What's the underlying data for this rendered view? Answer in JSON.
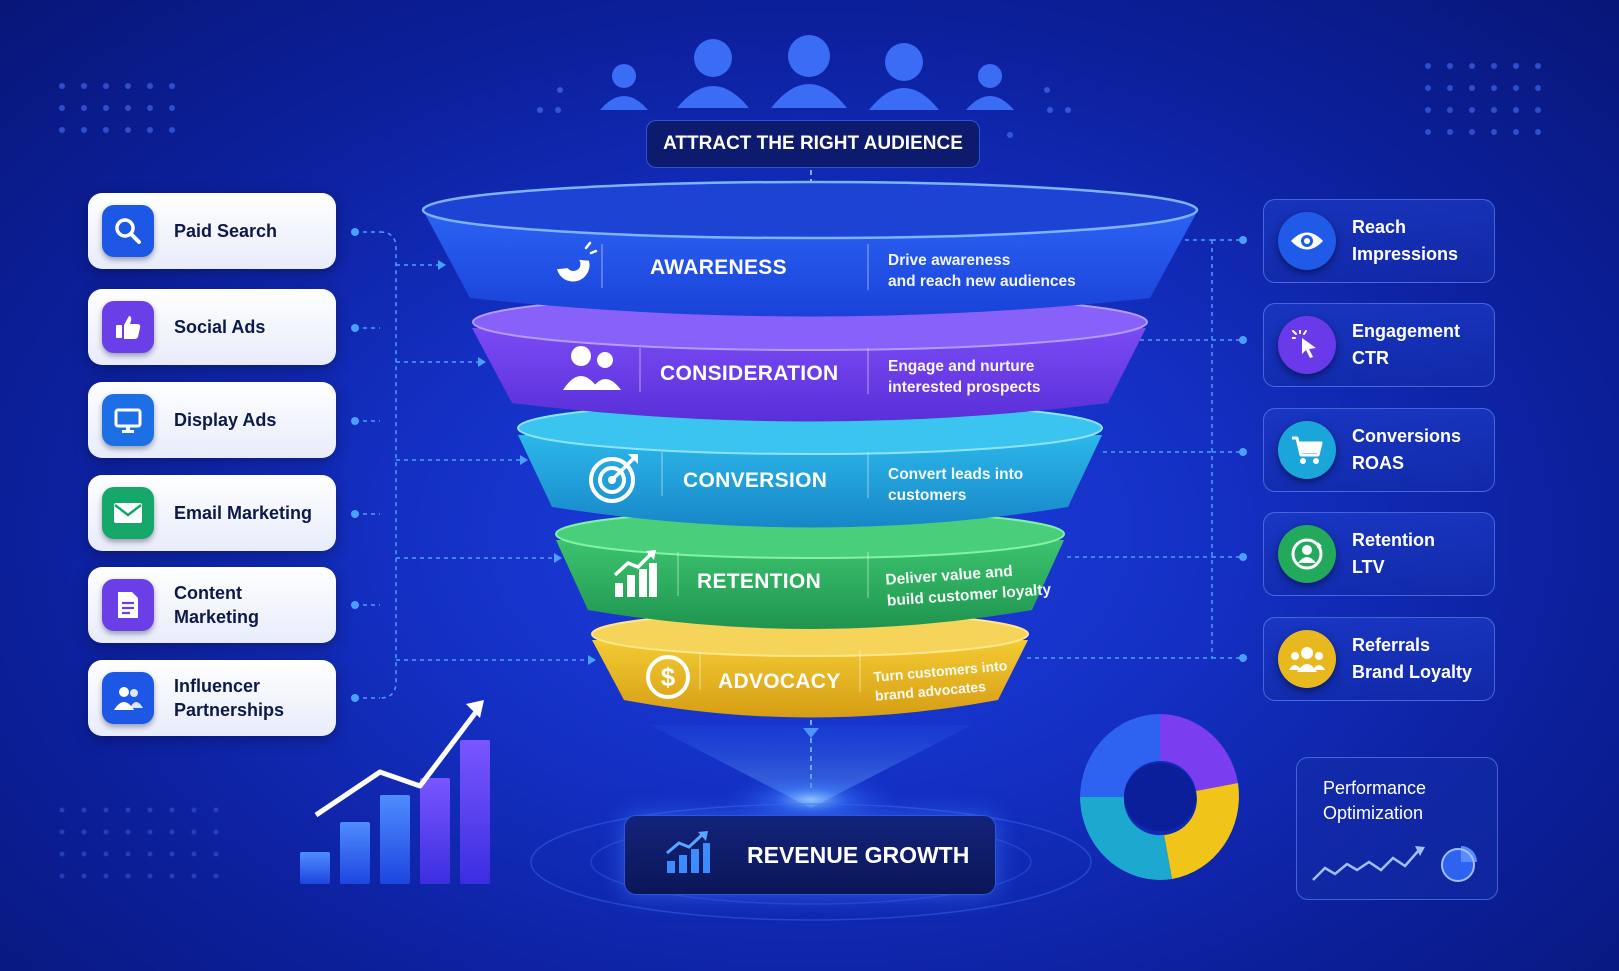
{
  "banner": {
    "title": "ATTRACT THE RIGHT AUDIENCE"
  },
  "channels": [
    {
      "label": "Paid Search",
      "icon": "search-icon",
      "color": "#1d57e6"
    },
    {
      "label": "Social Ads",
      "icon": "thumbs-up-icon",
      "color": "#6a3fe8"
    },
    {
      "label": "Display Ads",
      "icon": "monitor-icon",
      "color": "#1d6fe6"
    },
    {
      "label": "Email Marketing",
      "icon": "envelope-icon",
      "color": "#16a86a"
    },
    {
      "label": "Content Marketing",
      "icon": "document-icon",
      "color": "#6a3fe8"
    },
    {
      "label": "Influencer Partnerships",
      "icon": "people-icon",
      "color": "#1d57e6"
    }
  ],
  "stages": [
    {
      "name": "AWARENESS",
      "desc_line1": "Drive awareness",
      "desc_line2": "and reach new audiences",
      "icon": "magnet-icon",
      "color": "#1f4fe8"
    },
    {
      "name": "CONSIDERATION",
      "desc_line1": "Engage and nurture",
      "desc_line2": "interested prospects",
      "icon": "users-icon",
      "color": "#6a3aea"
    },
    {
      "name": "CONVERSION",
      "desc_line1": "Convert leads into",
      "desc_line2": "customers",
      "icon": "target-icon",
      "color": "#1da0dc"
    },
    {
      "name": "RETENTION",
      "desc_line1": "Deliver value and",
      "desc_line2": "build customer loyalty",
      "icon": "growth-chart-icon",
      "color": "#27a85a"
    },
    {
      "name": "ADVOCACY",
      "desc_line1": "Turn customers into",
      "desc_line2": "brand advocates",
      "icon": "dollar-coin-icon",
      "color": "#e8b81f"
    }
  ],
  "metrics": [
    {
      "line1": "Reach",
      "line2": "Impressions",
      "icon": "eye-icon",
      "color": "#1f5ae8"
    },
    {
      "line1": "Engagement",
      "line2": "CTR",
      "icon": "cursor-click-icon",
      "color": "#6a3aea"
    },
    {
      "line1": "Conversions",
      "line2": "ROAS",
      "icon": "cart-icon",
      "color": "#1aa6d8"
    },
    {
      "line1": "Retention",
      "line2": "LTV",
      "icon": "user-cycle-icon",
      "color": "#22a95c"
    },
    {
      "line1": "Referrals",
      "line2": "Brand Loyalty",
      "icon": "group-icon",
      "color": "#e8b81f"
    }
  ],
  "revenue": {
    "label": "REVENUE GROWTH",
    "icon": "revenue-chart-icon"
  },
  "performance": {
    "line1": "Performance",
    "line2": "Optimization"
  }
}
